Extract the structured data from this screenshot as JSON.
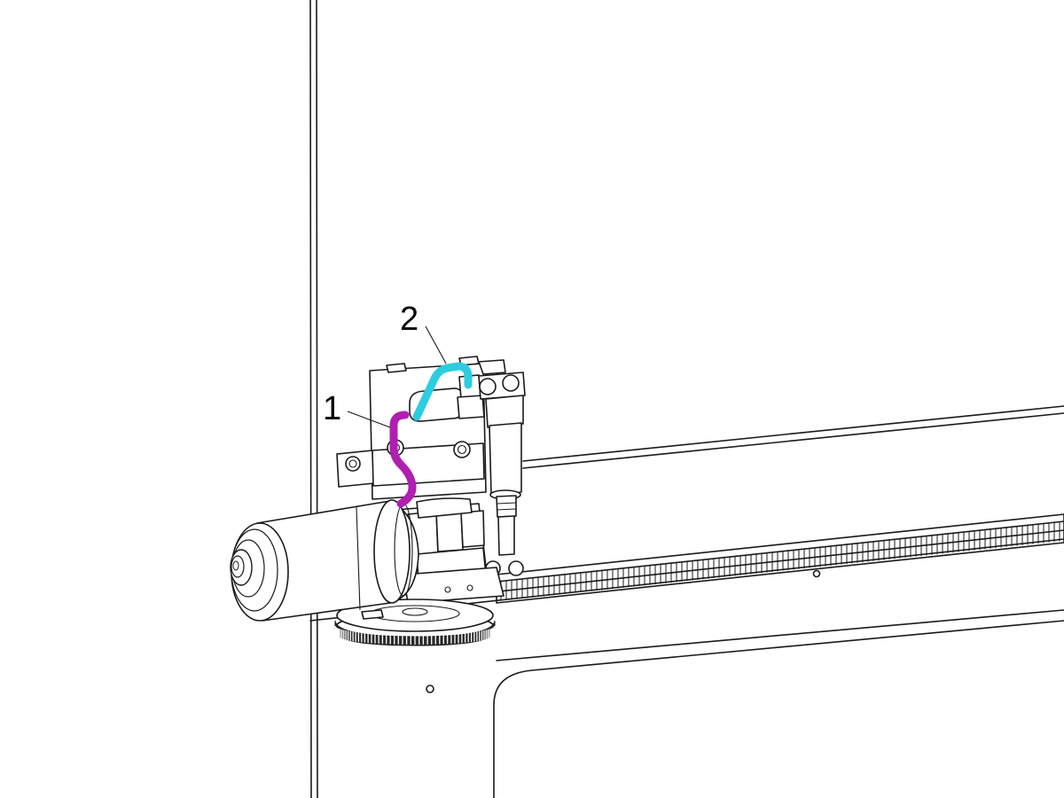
{
  "callouts": [
    {
      "number": "1",
      "part": "hose-1",
      "color": "#b01fb0"
    },
    {
      "number": "2",
      "part": "hose-2",
      "color": "#2ccde0"
    }
  ],
  "colors": {
    "line": "#1a1a1a",
    "background": "#ffffff",
    "hose_1": "#b01fb0",
    "hose_2": "#2ccde0"
  }
}
